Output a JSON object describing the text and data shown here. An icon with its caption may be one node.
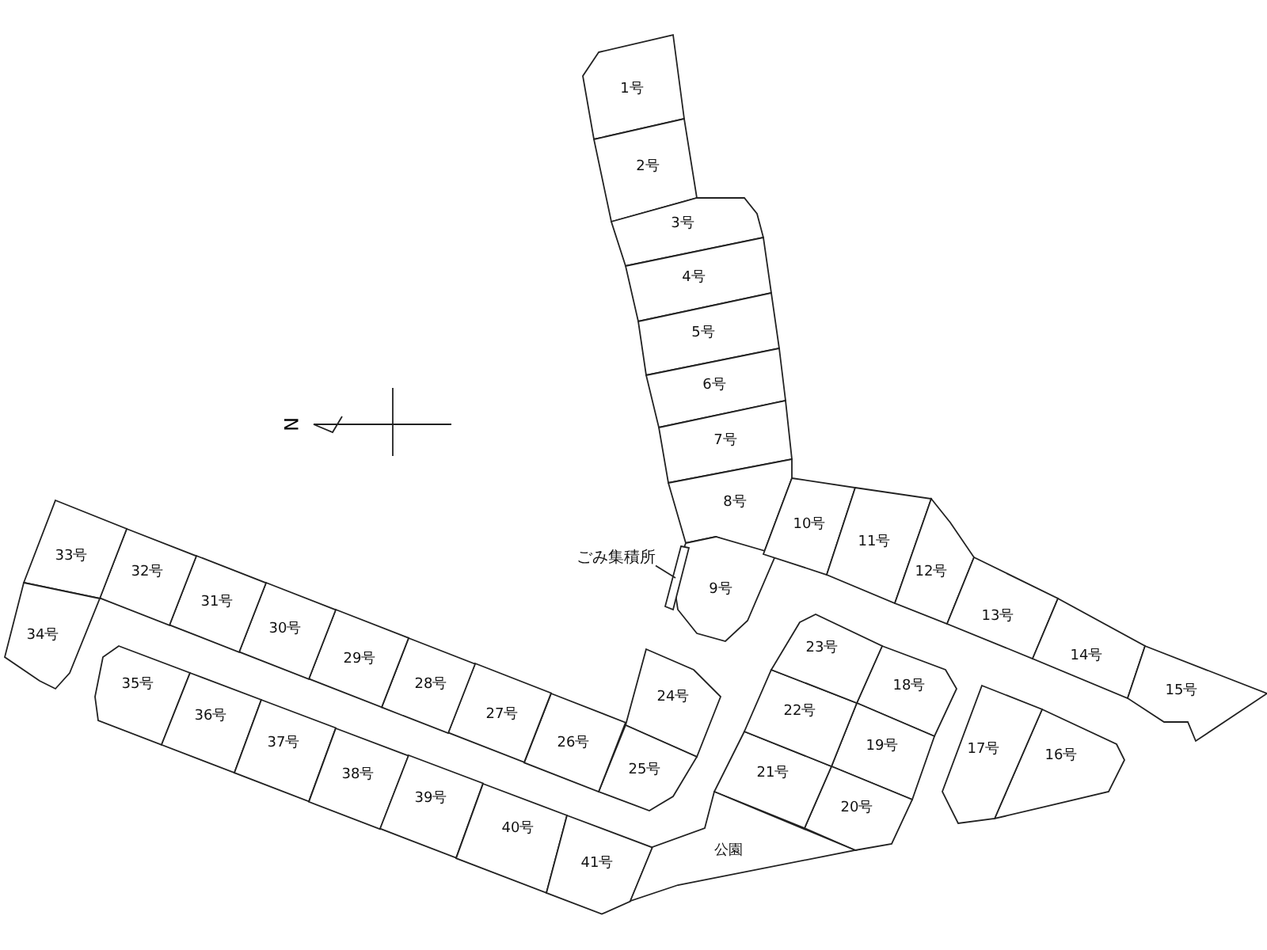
{
  "diagram": {
    "nodes": [
      {
        "text": [
          "1号"
        ]
      },
      {
        "text": [
          "2号"
        ]
      },
      {
        "text": [
          "3号"
        ]
      },
      {
        "text": [
          "4号"
        ]
      },
      {
        "text": [
          "5号"
        ]
      },
      {
        "text": [
          "6号"
        ]
      },
      {
        "text": [
          "7号"
        ]
      },
      {
        "text": [
          "8号"
        ]
      },
      {
        "text": [
          "9号"
        ]
      },
      {
        "text": [
          "10号"
        ]
      },
      {
        "text": [
          "11号"
        ]
      },
      {
        "text": [
          "12号"
        ]
      },
      {
        "text": [
          "13号"
        ]
      },
      {
        "text": [
          "14号"
        ]
      },
      {
        "text": [
          "15号"
        ]
      },
      {
        "text": [
          "16号"
        ]
      },
      {
        "text": [
          "17号"
        ]
      },
      {
        "text": [
          "18号"
        ]
      },
      {
        "text": [
          "19号"
        ]
      },
      {
        "text": [
          "20号"
        ]
      },
      {
        "text": [
          "21号"
        ]
      },
      {
        "text": [
          "22号"
        ]
      },
      {
        "text": [
          "23号"
        ]
      },
      {
        "text": [
          "24号"
        ]
      },
      {
        "text": [
          "25号"
        ]
      },
      {
        "text": [
          "26号"
        ]
      },
      {
        "text": [
          "27号"
        ]
      },
      {
        "text": [
          "28号"
        ]
      },
      {
        "text": [
          "29号"
        ]
      },
      {
        "text": [
          "30号"
        ]
      },
      {
        "text": [
          "31号"
        ]
      },
      {
        "text": [
          "32号"
        ]
      },
      {
        "text": [
          "33号"
        ]
      },
      {
        "text": [
          "34号"
        ]
      },
      {
        "text": [
          "35号"
        ]
      },
      {
        "text": [
          "36号"
        ]
      },
      {
        "text": [
          "37号"
        ]
      },
      {
        "text": [
          "38号"
        ]
      },
      {
        "text": [
          "39号"
        ]
      },
      {
        "text": [
          "40号"
        ]
      },
      {
        "text": [
          "41号"
        ]
      },
      {
        "text": [
          "公園"
        ]
      },
      {
        "text": [
          "ごみ集積所"
        ]
      },
      {
        "text": [],
        "shape": "box"
      }
    ],
    "edges": [
      {
        "from": 42,
        "to": 43,
        "arrow": "none"
      }
    ],
    "labels": [
      "N"
    ]
  }
}
